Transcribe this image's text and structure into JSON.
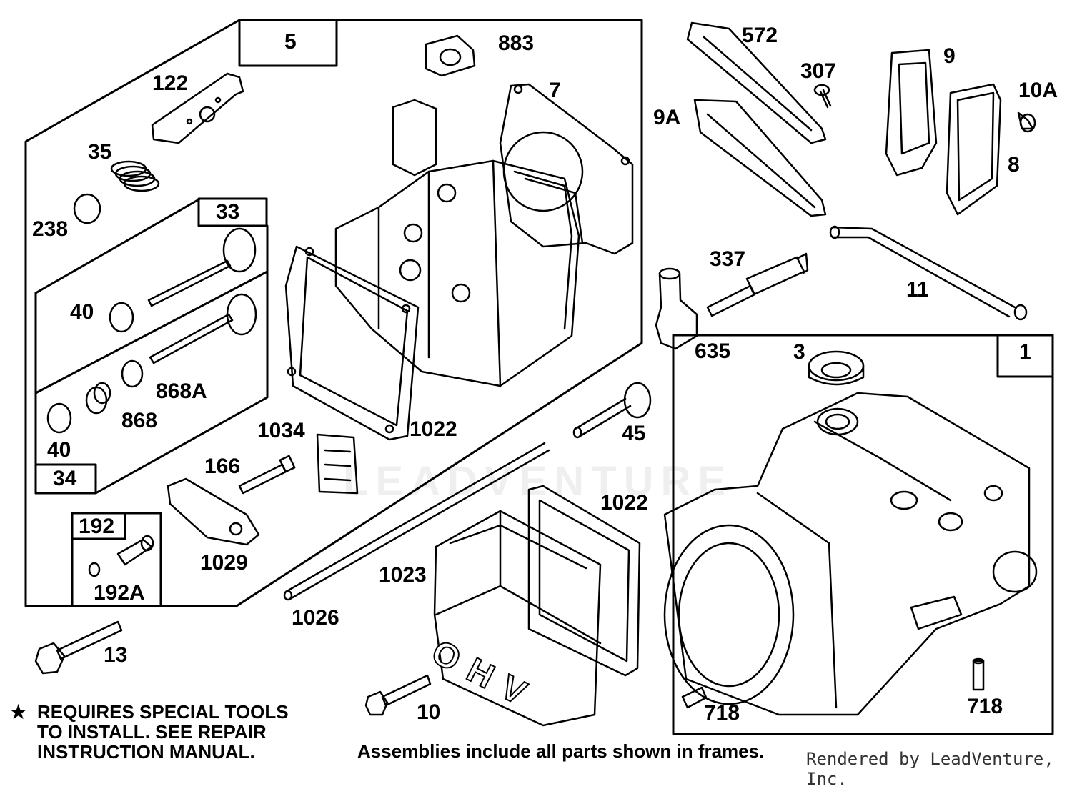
{
  "frames": {
    "frame_5": "5",
    "frame_33": "33",
    "frame_34": "34",
    "frame_192": "192",
    "frame_1": "1"
  },
  "labels": {
    "p883": "883",
    "p7": "7",
    "p122": "122",
    "p35": "35",
    "p238": "238",
    "p40a": "40",
    "p868a": "868A",
    "p868": "868",
    "p40b": "40",
    "p1034": "1034",
    "p1022a": "1022",
    "p166": "166",
    "p1029": "1029",
    "p192a": "192A",
    "p572": "572",
    "p307": "307",
    "p9a": "9A",
    "p9": "9",
    "p10a": "10A",
    "p8": "8",
    "p337": "337",
    "p11": "11",
    "p635": "635",
    "p3": "3",
    "p45": "45",
    "p1022b": "1022",
    "p1023": "1023",
    "p1026": "1026",
    "p13": "13",
    "p10": "10",
    "p718a": "718",
    "p718b": "718"
  },
  "notes": {
    "star": "★",
    "line1": "REQUIRES SPECIAL TOOLS",
    "line2": "TO INSTALL.  SEE REPAIR",
    "line3": "INSTRUCTION MANUAL.",
    "assemblies": "Assemblies include all parts shown in frames.",
    "rendered_by": "Rendered by LeadVenture, Inc.",
    "watermark": "LEADVENTURE"
  },
  "cover_text": "OHV"
}
